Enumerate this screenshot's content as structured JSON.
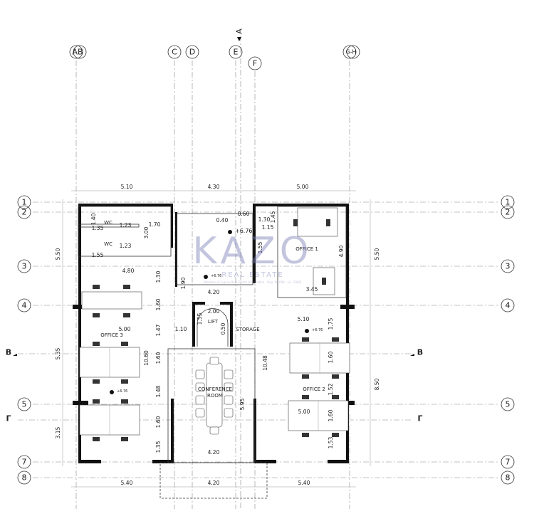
{
  "axes": {
    "vertical": [
      "AB",
      "C",
      "D",
      "E",
      "F",
      "G-H"
    ],
    "horizontal": [
      "1",
      "2",
      "3",
      "4",
      "B",
      "5",
      "Γ",
      "7",
      "8"
    ],
    "section_mark": "A"
  },
  "dimensions": {
    "top": [
      "5.10",
      "4.30",
      "5.00"
    ],
    "bottom": [
      "5.40",
      "4.20",
      "5.40"
    ],
    "left": [
      "5.50",
      "5.35",
      "3.15"
    ],
    "right": [
      "5.50",
      "8.50"
    ],
    "interior": [
      "1.40",
      "1.35",
      "1.23",
      "1.55",
      "1.23",
      "1.70",
      "3.00",
      "0.40",
      "0.60",
      "1.30",
      "1.15",
      "1.45",
      "1.55",
      "4.90",
      "4.80",
      "1.30",
      "1.90",
      "4.20",
      "3.45",
      "1.60",
      "2.00",
      "1.55",
      "1.10",
      "0.50",
      "1.47",
      "5.00",
      "10.60",
      "1.60",
      "10.48",
      "5.10",
      "1.75",
      "1.60",
      "1.48",
      "5.95",
      "1.52",
      "1.60",
      "5.00",
      "1.60",
      "1.35",
      "4.20",
      "1.53"
    ]
  },
  "rooms": {
    "wc1": "WC",
    "wc2": "WC",
    "office1": "OFFICE 1",
    "office2": "OFFICE 2",
    "office3": "OFFICE 3",
    "lift": "LIFT",
    "storage": "STORAGE",
    "conference_line1": "CONFERENCE",
    "conference_line2": "ROOM"
  },
  "level": "+6.76",
  "watermark": {
    "logo": "KAZO",
    "tagline": "REAL ESTATE",
    "note": "Member of Cyprus Real Estate Association - Reg. No 694 - Lic. 338/E"
  }
}
